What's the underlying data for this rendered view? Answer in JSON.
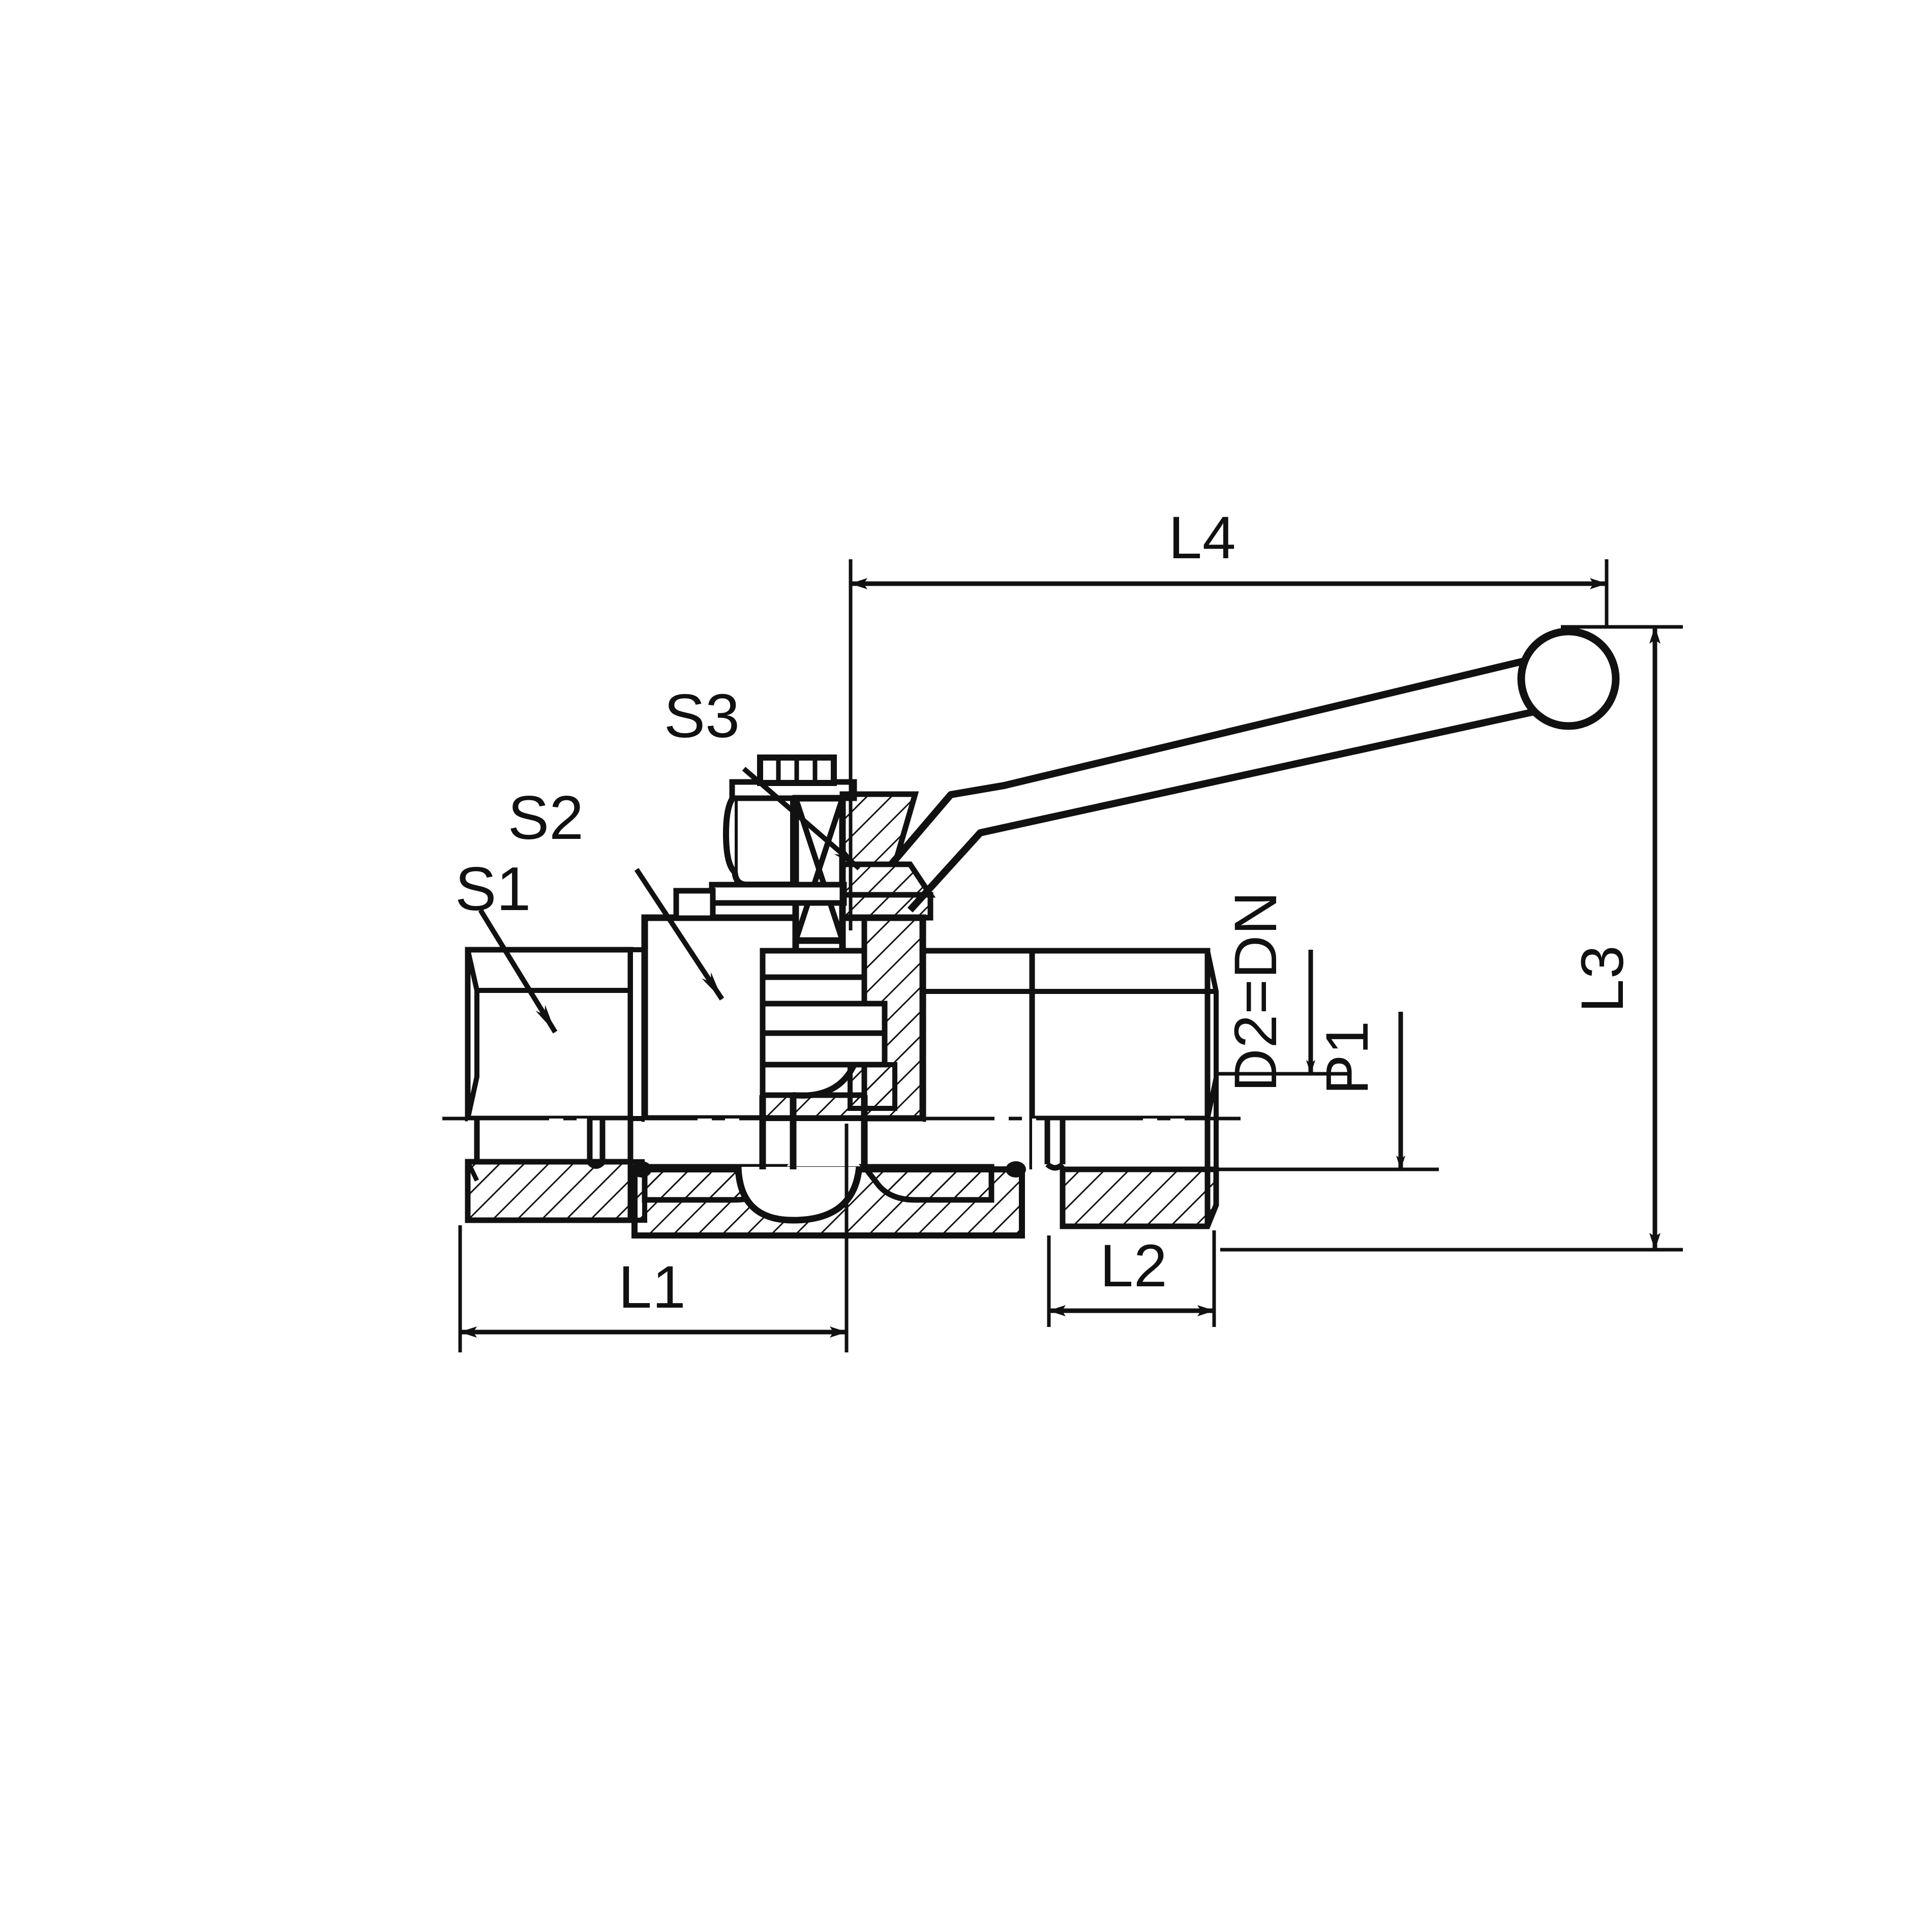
{
  "drawing": {
    "type": "engineering-cross-section",
    "subject": "2-way ball valve with lever handle",
    "background_color": "#ffffff",
    "line_color": "#111111",
    "hatch_color": "#111111"
  },
  "labels": {
    "s1": "S1",
    "s2": "S2",
    "s3": "S3"
  },
  "dimensions": {
    "l1": "L1",
    "l2": "L2",
    "l3": "L3",
    "l4": "L4",
    "d2_dn": "D2=DN",
    "p1": "P1"
  },
  "annotation_meaning": {
    "s1": "hex across flats of end connection nut",
    "s2": "hex across flats of valve body",
    "s3": "hex across flats of stem packing nut",
    "l1": "length from left end face to body centre",
    "l2": "length of right end connection",
    "l3": "overall height including handle",
    "l4": "overall length of handle from valve centreline",
    "d2_dn": "bore diameter equals nominal diameter",
    "p1": "port to outer face dimension"
  },
  "components": [
    {
      "name": "left-end-connection-nut",
      "kind": "hex-nut"
    },
    {
      "name": "valve-body",
      "kind": "body-block"
    },
    {
      "name": "right-end-connection-nut",
      "kind": "hex-nut"
    },
    {
      "name": "ball",
      "kind": "ball"
    },
    {
      "name": "stem",
      "kind": "stem"
    },
    {
      "name": "packing-nut",
      "kind": "hex-nut"
    },
    {
      "name": "lever-handle",
      "kind": "bent-lever"
    },
    {
      "name": "handle-grip-ball",
      "kind": "sphere"
    },
    {
      "name": "centreline",
      "kind": "dash-dot-axis"
    }
  ]
}
